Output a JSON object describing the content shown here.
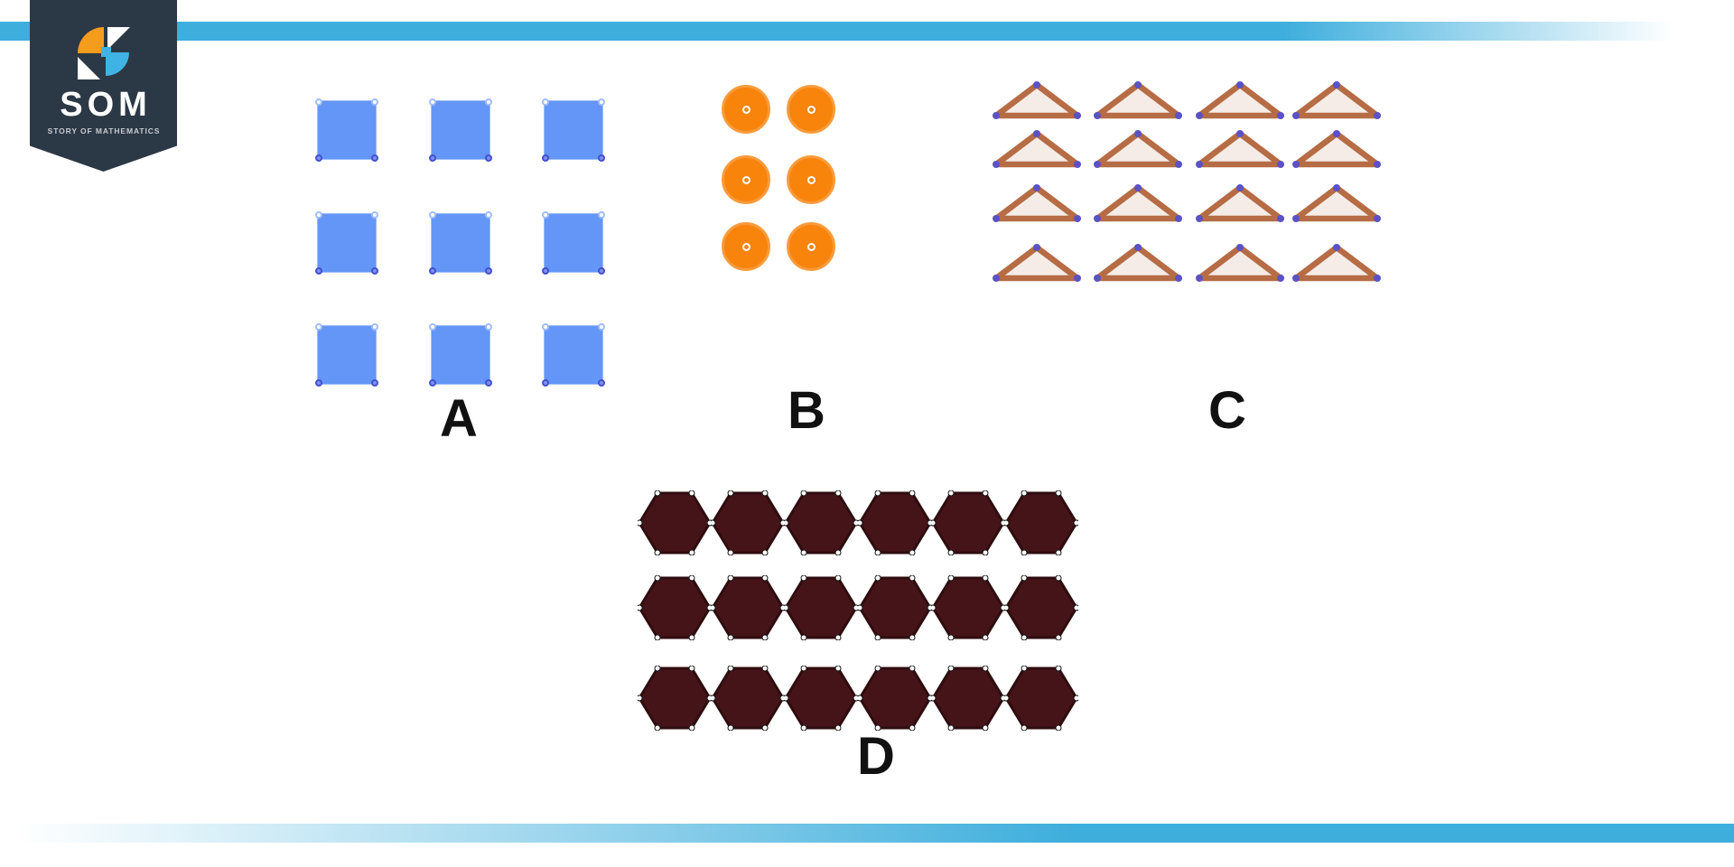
{
  "page": {
    "background": "#FFFFFF",
    "accent_color": "#3EAEDC"
  },
  "logo": {
    "title": "SOM",
    "tagline": "STORY OF MATHEMATICS",
    "badge_color": "#2B3845",
    "icon_colors": {
      "orange": "#F49D1C",
      "blue": "#3FB3E3",
      "white": "#FFFFFF"
    }
  },
  "groups": [
    {
      "id": "A",
      "label": "A",
      "shape": "square",
      "rows": 3,
      "cols": 3,
      "count": 9,
      "fill": "#6396F6",
      "corner_dot_top": "#FFFFFF",
      "corner_dot_top_ring": "#9FBDFB",
      "corner_dot_bottom": "#7D8FF0",
      "corner_dot_bottom_ring": "#4350CE"
    },
    {
      "id": "B",
      "label": "B",
      "shape": "circle",
      "rows": 3,
      "cols": 2,
      "count": 6,
      "fill": "#F8840C",
      "edge_color": "#F99B3C",
      "center_dot_color": "#FFFFFF"
    },
    {
      "id": "C",
      "label": "C",
      "shape": "triangle",
      "rows": 4,
      "cols": 4,
      "count": 16,
      "fill": "#F5ECE7",
      "stroke": "#B66C44",
      "vertex_dot_color": "#5A52C5"
    },
    {
      "id": "D",
      "label": "D",
      "shape": "hexagon",
      "rows": 3,
      "cols": 6,
      "count": 18,
      "fill": "#451419",
      "stroke": "#2F0D0F",
      "vertex_dot_color": "#FFFFFF",
      "vertex_dot_ring": "#151515"
    }
  ]
}
